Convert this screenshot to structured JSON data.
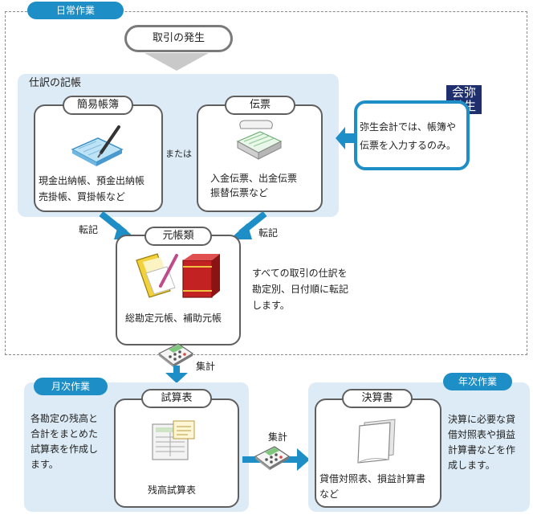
{
  "labels": {
    "daily": "日常作業",
    "monthly": "月次作業",
    "yearly": "年次作業"
  },
  "start": "取引の発生",
  "journal_panel_title": "仕訳の記帳",
  "simple_book": {
    "title": "簡易帳簿",
    "line1": "現金出納帳、預金出納帳",
    "line2": "売掛帳、買掛帳など"
  },
  "or_label": "または",
  "voucher": {
    "title": "伝票",
    "line1": "入金伝票、出金伝票",
    "line2": "振替伝票など"
  },
  "logo": {
    "row1": "会弥",
    "row2": "計生"
  },
  "callout": {
    "line1": "弥生会計では、帳簿や",
    "line2": "伝票を入力するのみ。"
  },
  "transfer_left": "転記",
  "transfer_right": "転記",
  "ledger": {
    "title": "元帳類",
    "caption": "総勘定元帳、補助元帳"
  },
  "ledger_note": {
    "line1": "すべての取引の仕訳を",
    "line2": "勘定別、日付順に転記",
    "line3": "します。"
  },
  "aggregate_down": "集計",
  "monthly_note": {
    "line1": "各勘定の残高と",
    "line2": "合計をまとめた",
    "line3": "試算表を作成し",
    "line4": "ます。"
  },
  "trial_balance": {
    "title": "試算表",
    "caption": "残高試算表"
  },
  "aggregate_right": "集計",
  "financial": {
    "title": "決算書",
    "line1": "貸借対照表、損益計算書",
    "line2": "など"
  },
  "yearly_note": {
    "line1": "決算に必要な貸",
    "line2": "借対照表や損益",
    "line3": "計算書などを作",
    "line4": "成します。"
  },
  "colors": {
    "accent": "#1e8ec6",
    "panel": "#dcebf5",
    "logo": "#1f2f6e"
  }
}
